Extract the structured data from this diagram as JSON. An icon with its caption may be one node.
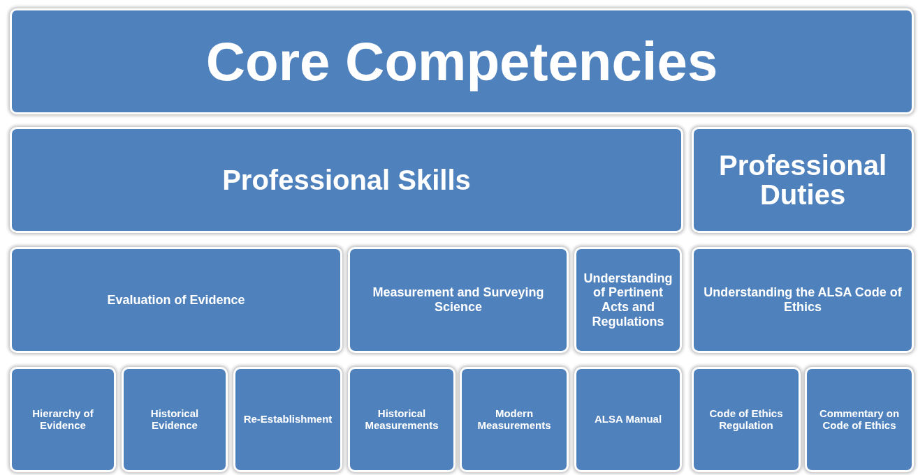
{
  "diagram": {
    "nodes": [
      {
        "text": [
          "Core Competencies"
        ]
      },
      {
        "text": [
          "Professional Skills"
        ]
      },
      {
        "text": [
          "Professional Duties"
        ]
      },
      {
        "text": [
          "Evaluation of Evidence"
        ]
      },
      {
        "text": [
          "Measurement and Surveying Science"
        ]
      },
      {
        "text": [
          "Understanding of Pertinent Acts and Regulations"
        ]
      },
      {
        "text": [
          "Understanding the ALSA Code of Ethics"
        ]
      },
      {
        "text": [
          "Hierarchy of Evidence"
        ]
      },
      {
        "text": [
          "Historical Evidence"
        ]
      },
      {
        "text": [
          "Re-Establishment"
        ]
      },
      {
        "text": [
          "Historical Measurements"
        ]
      },
      {
        "text": [
          "Modern Measurements"
        ]
      },
      {
        "text": [
          "ALSA Manual"
        ]
      },
      {
        "text": [
          "Code of Ethics Regulation"
        ]
      },
      {
        "text": [
          "Commentary on Code of Ethics"
        ]
      }
    ]
  }
}
